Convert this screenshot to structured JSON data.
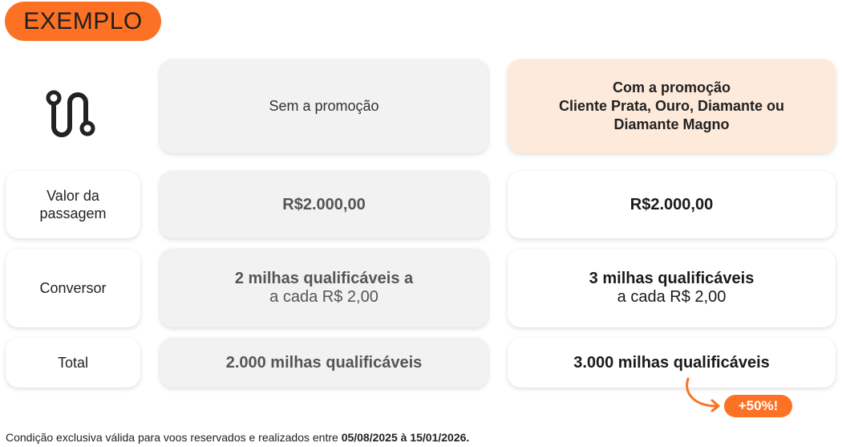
{
  "badge": {
    "label": "EXEMPLO"
  },
  "colors": {
    "accent": "#fc7123",
    "promo_header_bg": "#fdeadb",
    "grey_card_bg": "#f2f2f2"
  },
  "header": {
    "icon": "route-icon",
    "without_promo": "Sem a promoção",
    "with_promo": {
      "line1": "Com a promoção",
      "line2": "Cliente Prata, Ouro, Diamante ou",
      "line3": "Diamante Magno"
    }
  },
  "rows": [
    {
      "label": [
        "Valor da",
        "passagem"
      ],
      "without": [
        "R$2.000,00"
      ],
      "with": [
        "R$2.000,00"
      ]
    },
    {
      "label": [
        "Conversor"
      ],
      "without": [
        "2 milhas qualificáveis a",
        "a cada R$ 2,00"
      ],
      "with": [
        "3 milhas qualificáveis",
        "a cada R$ 2,00"
      ]
    },
    {
      "label": [
        "Total"
      ],
      "without": [
        "2.000 milhas qualificáveis"
      ],
      "with": [
        "3.000 milhas qualificáveis"
      ]
    }
  ],
  "highlight": {
    "label": "+50%!",
    "icon": "curved-arrow-icon"
  },
  "footnote": {
    "text": "Condição exclusiva válida para voos reservados e realizados entre ",
    "dates": "05/08/2025 à 15/01/2026."
  }
}
